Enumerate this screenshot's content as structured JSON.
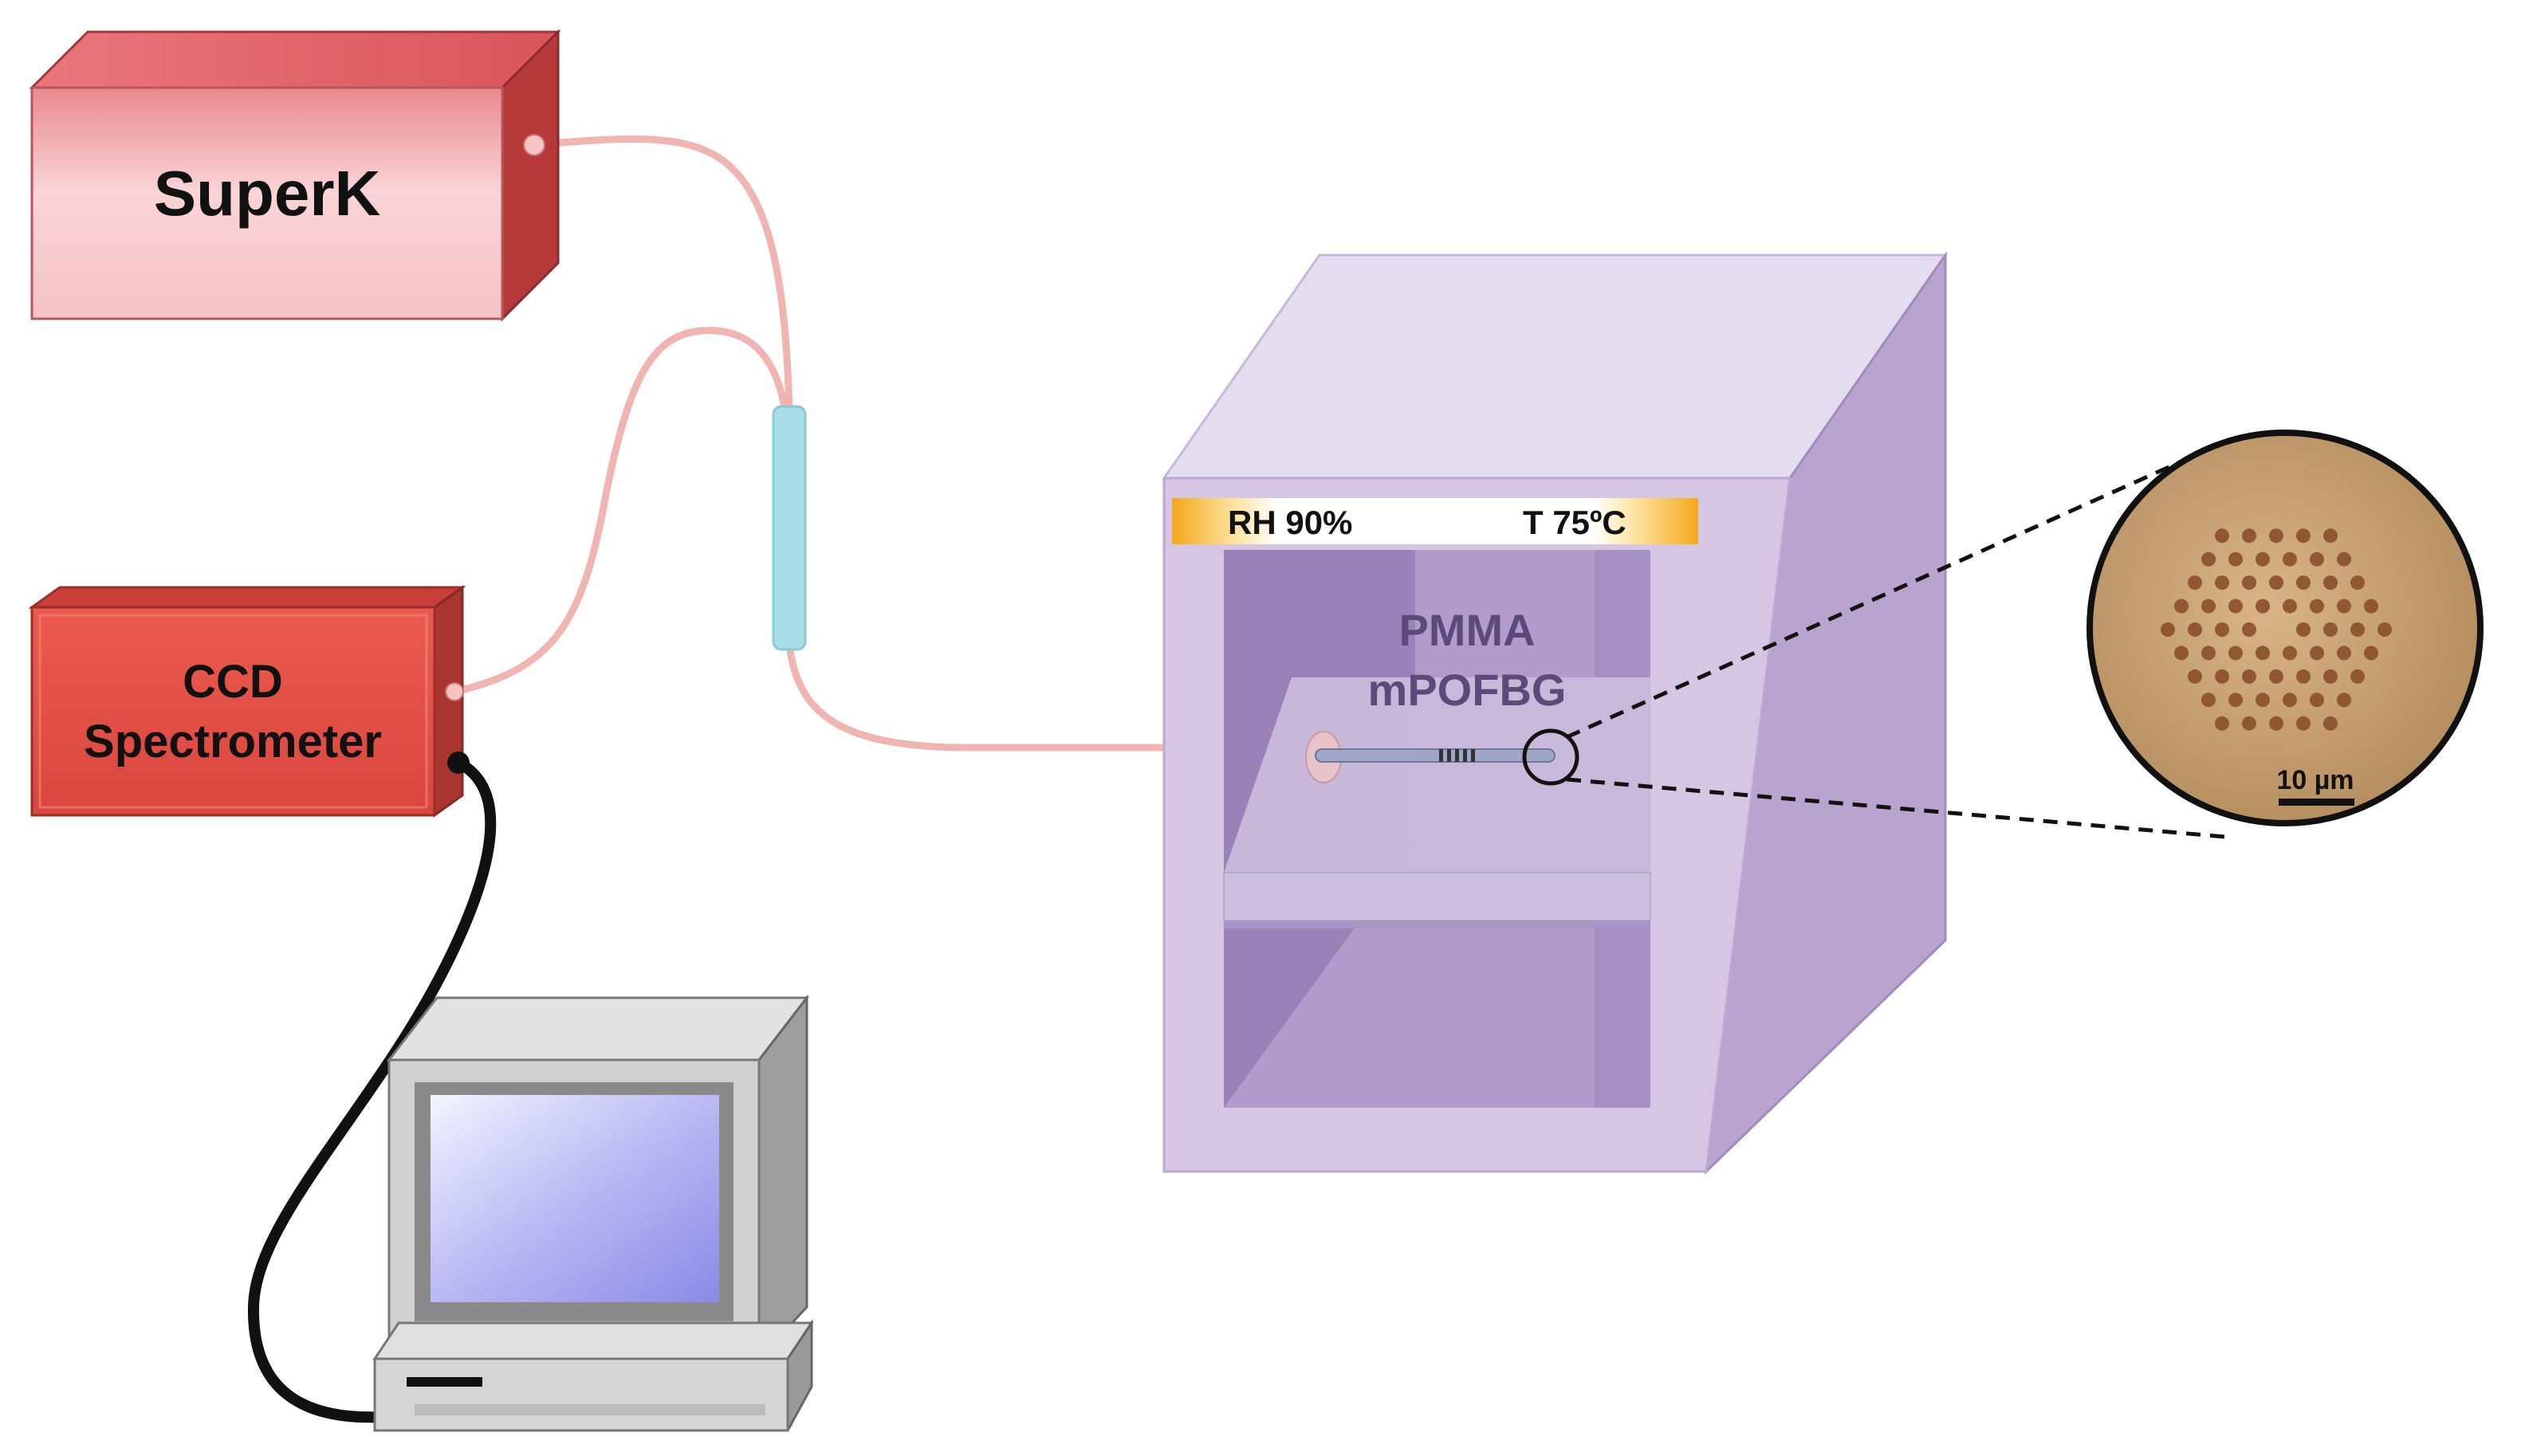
{
  "devices": {
    "source_label": "SuperK",
    "spectrometer_label_line1": "CCD",
    "spectrometer_label_line2": "Spectrometer"
  },
  "chamber": {
    "humidity_label": "RH 90%",
    "temperature_label": "T 75ºC",
    "sample_label_line1": "PMMA",
    "sample_label_line2": "mPOFBG"
  },
  "inset": {
    "scale_bar_label": "10 µm"
  },
  "colors": {
    "source_front": "#f2b8bd",
    "source_side": "#b73a3a",
    "spectrometer": "#e04a43",
    "fiber": "#f0b5b0",
    "coupler": "#a6dde6",
    "chamber_front": "#d6c6e3",
    "chamber_side": "#b9a3cf",
    "chamber_top": "#e4dcef",
    "banner": "#f7b51e",
    "cross_section": "#c9a57a"
  },
  "icons": [
    "fiber-coupler-icon",
    "computer-monitor-icon",
    "desktop-tower-icon",
    "fiber-grating-icon"
  ]
}
